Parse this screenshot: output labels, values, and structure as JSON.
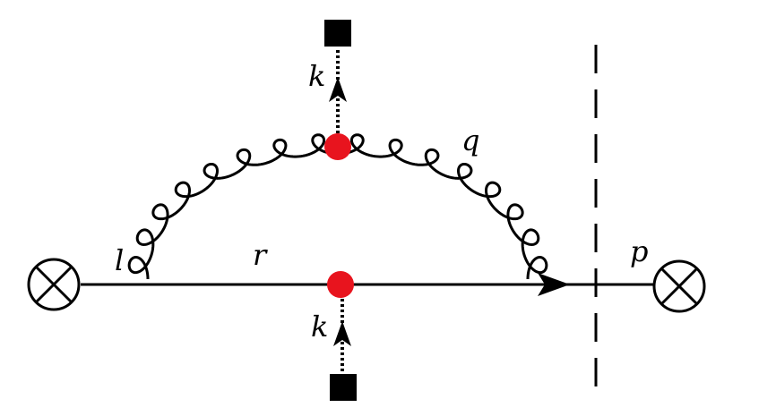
{
  "labels": {
    "k_top": "k",
    "k_bottom": "k",
    "l": "l",
    "r": "r",
    "q": "q",
    "p": "p"
  },
  "colors": {
    "line": "#000000",
    "vertex": "#e8141e",
    "background": "#ffffff",
    "source": "#000000"
  },
  "icons": {
    "external_vertex": "circle-cross-icon",
    "background_source": "filled-square-icon",
    "arrow": "arrowhead-icon"
  }
}
